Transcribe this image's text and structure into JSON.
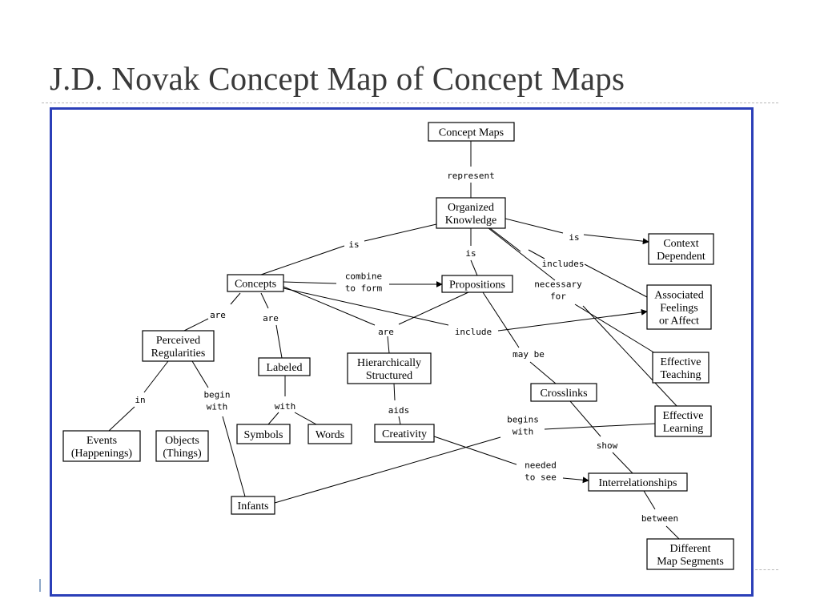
{
  "slide": {
    "title": "J.D. Novak Concept Map of Concept Maps"
  },
  "colors": {
    "frame": "#2b3fb8",
    "title": "#3a3a3a",
    "lines": "#000000"
  },
  "concept_map": {
    "nodes": [
      {
        "id": "concept-maps",
        "text": "Concept Maps"
      },
      {
        "id": "organized-knowledge",
        "text": "Organized\nKnowledge"
      },
      {
        "id": "context-dependent",
        "text": "Context\nDependent"
      },
      {
        "id": "concepts",
        "text": "Concepts"
      },
      {
        "id": "propositions",
        "text": "Propositions"
      },
      {
        "id": "associated-feelings",
        "text": "Associated\nFeelings\nor Affect"
      },
      {
        "id": "perceived-regularities",
        "text": "Perceived\nRegularities"
      },
      {
        "id": "labeled",
        "text": "Labeled"
      },
      {
        "id": "hierarchically-structured",
        "text": "Hierarchically\nStructured"
      },
      {
        "id": "effective-teaching",
        "text": "Effective\nTeaching"
      },
      {
        "id": "crosslinks",
        "text": "Crosslinks"
      },
      {
        "id": "effective-learning",
        "text": "Effective\nLearning"
      },
      {
        "id": "events",
        "text": "Events\n(Happenings)"
      },
      {
        "id": "objects",
        "text": "Objects\n(Things)"
      },
      {
        "id": "symbols",
        "text": "Symbols"
      },
      {
        "id": "words",
        "text": "Words"
      },
      {
        "id": "creativity",
        "text": "Creativity"
      },
      {
        "id": "interrelationships",
        "text": "Interrelationships"
      },
      {
        "id": "infants",
        "text": "Infants"
      },
      {
        "id": "different-map-segments",
        "text": "Different\nMap Segments"
      }
    ],
    "link_labels": [
      {
        "id": "represent",
        "text": "represent"
      },
      {
        "id": "is-left",
        "text": "is"
      },
      {
        "id": "is-right",
        "text": "is"
      },
      {
        "id": "is-down",
        "text": "is"
      },
      {
        "id": "includes",
        "text": "includes"
      },
      {
        "id": "combine",
        "text": "combine\nto form"
      },
      {
        "id": "necessary",
        "text": "necessary\nfor"
      },
      {
        "id": "are-left",
        "text": "are"
      },
      {
        "id": "are-mid",
        "text": "are"
      },
      {
        "id": "are-hier",
        "text": "are"
      },
      {
        "id": "include",
        "text": "include"
      },
      {
        "id": "may-be",
        "text": "may be"
      },
      {
        "id": "in",
        "text": "in"
      },
      {
        "id": "begin-with",
        "text": "begin\nwith"
      },
      {
        "id": "with",
        "text": "with"
      },
      {
        "id": "aids",
        "text": "aids"
      },
      {
        "id": "begins-with",
        "text": "begins\nwith"
      },
      {
        "id": "show",
        "text": "show"
      },
      {
        "id": "needed",
        "text": "needed\nto see"
      },
      {
        "id": "between",
        "text": "between"
      }
    ]
  }
}
